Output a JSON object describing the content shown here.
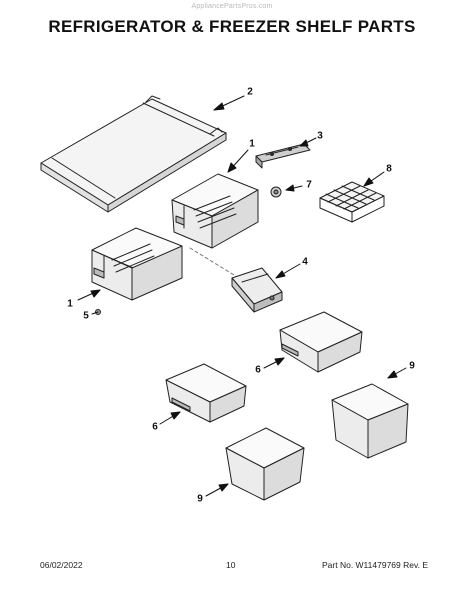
{
  "header": {
    "watermark": "AppliancePartsPros.com",
    "title": "REFRIGERATOR & FREEZER SHELF PARTS"
  },
  "callouts": [
    {
      "label": "2"
    },
    {
      "label": "1"
    },
    {
      "label": "3"
    },
    {
      "label": "7"
    },
    {
      "label": "8"
    },
    {
      "label": "4"
    },
    {
      "label": "1"
    },
    {
      "label": "5"
    },
    {
      "label": "6"
    },
    {
      "label": "9"
    },
    {
      "label": "6"
    },
    {
      "label": "9"
    }
  ],
  "footer": {
    "date": "06/02/2022",
    "page": "10",
    "part": "Part No.  W11479769  Rev.  E"
  },
  "colors": {
    "line": "#222222",
    "shade": "#e8e8e8",
    "background": "#ffffff"
  }
}
